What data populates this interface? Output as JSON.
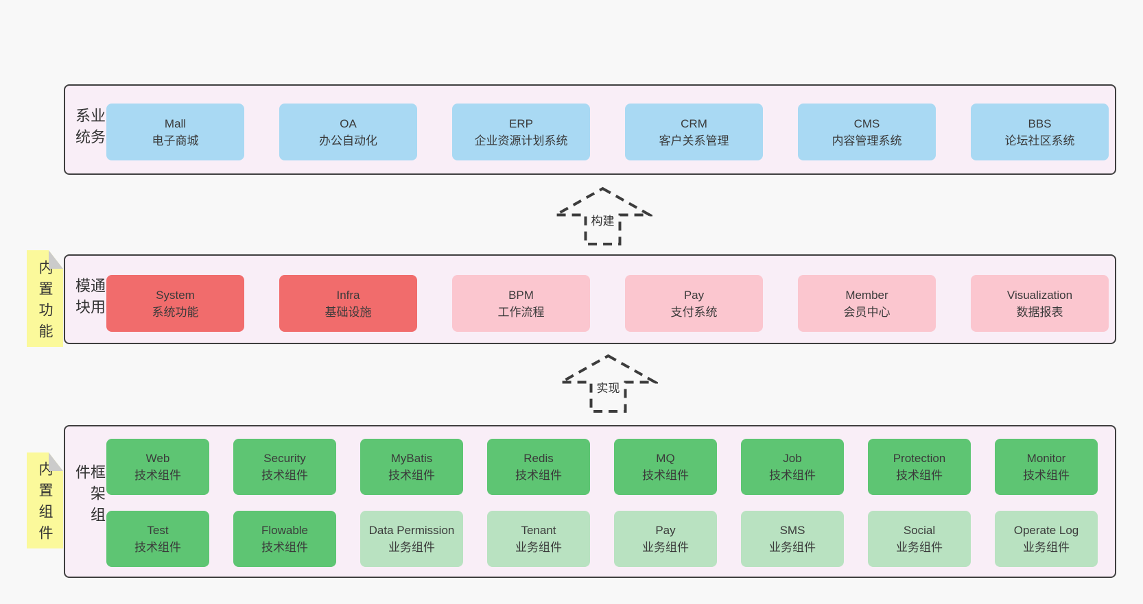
{
  "colors": {
    "page_bg": "#f8f8f8",
    "layer_bg": "#f9eef7",
    "layer_border": "#3f3f3f",
    "blue": "#a9d9f3",
    "red": "#f16c6c",
    "pink": "#fbc6cf",
    "green": "#5ec573",
    "light_green": "#b9e2c1",
    "tag_yellow": "#fbf99b",
    "tag_fold": "#cbcbcb",
    "text": "#3a3a3a",
    "arrow": "#3c3c3c"
  },
  "arrows": [
    {
      "label": "构建"
    },
    {
      "label": "实现"
    }
  ],
  "layers": [
    {
      "side_label": "业务系统",
      "boxes": [
        {
          "title": "Mall",
          "subtitle": "电子商城",
          "variant": "blue"
        },
        {
          "title": "OA",
          "subtitle": "办公自动化",
          "variant": "blue"
        },
        {
          "title": "ERP",
          "subtitle": "企业资源计划系统",
          "variant": "blue"
        },
        {
          "title": "CRM",
          "subtitle": "客户关系管理",
          "variant": "blue"
        },
        {
          "title": "CMS",
          "subtitle": "内容管理系统",
          "variant": "blue"
        },
        {
          "title": "BBS",
          "subtitle": "论坛社区系统",
          "variant": "blue"
        }
      ]
    },
    {
      "side_label": "通用模块",
      "tag": "内置功能",
      "boxes": [
        {
          "title": "System",
          "subtitle": "系统功能",
          "variant": "red"
        },
        {
          "title": "Infra",
          "subtitle": "基础设施",
          "variant": "red"
        },
        {
          "title": "BPM",
          "subtitle": "工作流程",
          "variant": "pink"
        },
        {
          "title": "Pay",
          "subtitle": "支付系统",
          "variant": "pink"
        },
        {
          "title": "Member",
          "subtitle": "会员中心",
          "variant": "pink"
        },
        {
          "title": "Visualization",
          "subtitle": "数据报表",
          "variant": "pink"
        }
      ]
    },
    {
      "side_label": "框架组件",
      "tag": "内置组件",
      "rows": [
        [
          {
            "title": "Web",
            "subtitle": "技术组件",
            "variant": "green"
          },
          {
            "title": "Security",
            "subtitle": "技术组件",
            "variant": "green"
          },
          {
            "title": "MyBatis",
            "subtitle": "技术组件",
            "variant": "green"
          },
          {
            "title": "Redis",
            "subtitle": "技术组件",
            "variant": "green"
          },
          {
            "title": "MQ",
            "subtitle": "技术组件",
            "variant": "green"
          },
          {
            "title": "Job",
            "subtitle": "技术组件",
            "variant": "green"
          },
          {
            "title": "Protection",
            "subtitle": "技术组件",
            "variant": "green"
          },
          {
            "title": "Monitor",
            "subtitle": "技术组件",
            "variant": "green"
          }
        ],
        [
          {
            "title": "Test",
            "subtitle": "技术组件",
            "variant": "green"
          },
          {
            "title": "Flowable",
            "subtitle": "技术组件",
            "variant": "green"
          },
          {
            "title": "Data Permission",
            "subtitle": "业务组件",
            "variant": "light_green"
          },
          {
            "title": "Tenant",
            "subtitle": "业务组件",
            "variant": "light_green"
          },
          {
            "title": "Pay",
            "subtitle": "业务组件",
            "variant": "light_green"
          },
          {
            "title": "SMS",
            "subtitle": "业务组件",
            "variant": "light_green"
          },
          {
            "title": "Social",
            "subtitle": "业务组件",
            "variant": "light_green"
          },
          {
            "title": "Operate Log",
            "subtitle": "业务组件",
            "variant": "light_green"
          }
        ]
      ]
    }
  ]
}
